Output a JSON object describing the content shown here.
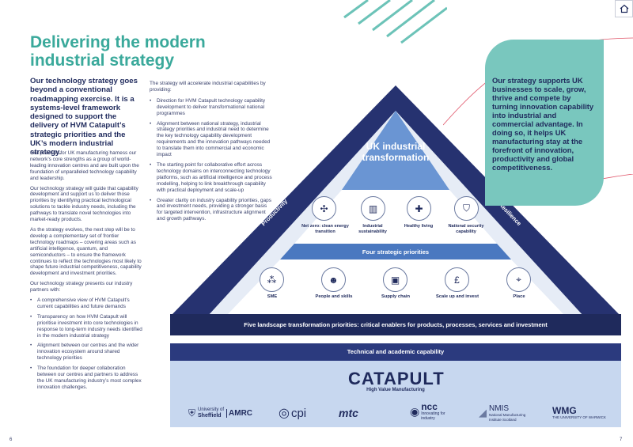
{
  "page": {
    "title_line1": "Delivering the modern",
    "title_line2": "industrial strategy",
    "page_left": "6",
    "page_right": "7"
  },
  "colors": {
    "teal": "#3aa99b",
    "navy": "#1f2a5c",
    "mid_blue": "#4a78c0",
    "light_blue": "#c7d7ef",
    "callout": "#79c7be"
  },
  "left_column": {
    "lead": "Our technology strategy goes beyond a conventional roadmapping exercise. It is a systems-level framework designed to support the delivery of HVM Catapult’s strategic priorities and the UK’s modern industrial strategy.",
    "p1": "Our priorities for UK manufacturing harness our network’s core strengths as a group of world-leading innovation centres and are built upon the foundation of unparalleled technology capability and leadership.",
    "p2": "Our technology strategy will guide that capability development and support us to deliver those priorities by identifying practical technological solutions to tackle industry needs, including the pathways to translate novel technologies into market-ready products.",
    "p3": "As the strategy evolves, the next step will be to develop a complementary set of frontier technology roadmaps – covering areas such as artificial intelligence, quantum, and semiconductors – to ensure the framework continues to reflect the technologies most likely to shape future industrial competitiveness, capability development and investment priorities.",
    "p4": "Our technology strategy presents our industry partners with:",
    "bullets": [
      "A comprehensive view of HVM Catapult’s current capabilities and future demands",
      "Transparency on how HVM Catapult will prioritise investment into core technologies in response to long-term industry needs identified in the modern industrial strategy",
      "Alignment between our centres and the wider innovation ecosystem around shared technology priorities",
      "The foundation for deeper collaboration between our centres and partners to address the UK manufacturing industry’s most complex innovation challenges."
    ]
  },
  "middle_column": {
    "intro": "The strategy will accelerate industrial capabilities by providing:",
    "bullets": [
      "Direction for HVM Catapult technology capability development to deliver transformational national programmes",
      "Alignment between national strategy, industrial strategy priorities and industrial need to determine the key technology capability development requirements and the innovation pathways needed to translate them into commercial and economic impact",
      "The starting point for collaborative effort across technology domains on interconnecting technology platforms, such as artificial intelligence and process modelling, helping to link breakthrough capability with practical deployment and scale-up",
      "Greater clarity on industry capability priorities, gaps and investment needs, providing a stronger basis for targeted intervention, infrastructure alignment and growth pathways."
    ]
  },
  "callout": {
    "text": "Our strategy supports UK businesses to scale, grow, thrive and compete by turning innovation capability into industrial and commercial advantage. In doing so, it helps UK manufacturing stay at the forefront of innovation, productivity and global competitiveness."
  },
  "pyramid": {
    "apex": "UK industrial transformation",
    "left_side": "Productivity",
    "right_side": "Resilience",
    "national_goals": [
      {
        "label": "Net zero: clean energy transition",
        "icon": "wind-turbine-icon"
      },
      {
        "label": "Industrial sustainability",
        "icon": "factory-icon"
      },
      {
        "label": "Healthy living",
        "icon": "health-icon"
      },
      {
        "label": "National security capability",
        "icon": "shield-icon"
      }
    ],
    "priorities_band": "Four strategic priorities",
    "strategic_priorities": [
      {
        "label": "SME",
        "icon": "network-icon"
      },
      {
        "label": "People and skills",
        "icon": "people-icon"
      },
      {
        "label": "Supply chain",
        "icon": "chip-icon"
      },
      {
        "label": "Scale up and invest",
        "icon": "pound-icon"
      },
      {
        "label": "Place",
        "icon": "location-icon"
      }
    ],
    "landscape_band": "Five landscape transformation priorities: critical enablers for products, processes, services and investment",
    "capability_band": "Technical and academic capability"
  },
  "logos": {
    "catapult": "CATAPULT",
    "catapult_sub": "High Value Manufacturing",
    "sheffield_line1": "University of",
    "sheffield_line2": "Sheffield",
    "amrc": "AMRC",
    "cpi": "cpi",
    "mtc": "mtc",
    "ncc": "ncc",
    "ncc_sub": "Innovating for industry",
    "nmis": "NMIS",
    "nmis_sub": "National Manufacturing Institute Scotland",
    "wmg": "WMG",
    "wmg_sub": "THE UNIVERSITY OF WARWICK"
  }
}
